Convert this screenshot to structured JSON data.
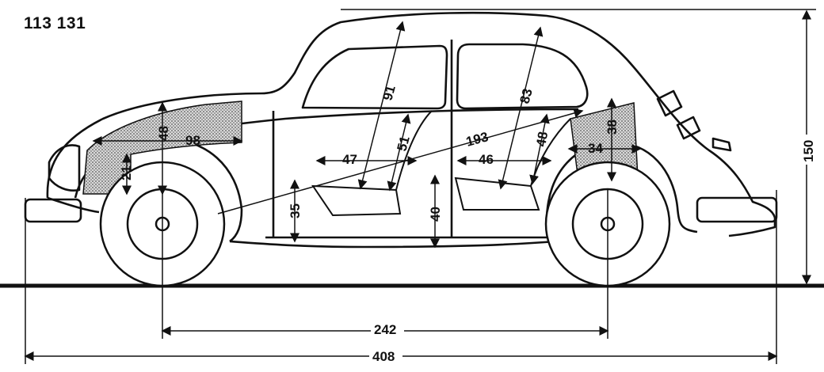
{
  "model_code": "113 131",
  "colors": {
    "ink": "#111111",
    "paper": "#ffffff",
    "shade": "#bdbdbd"
  },
  "dimensions": {
    "overall_length": "408",
    "wheelbase": "242",
    "height": "150",
    "interior_height_front": "91",
    "interior_height_rear": "83",
    "diagonal": "193",
    "front_seat_depth": "47",
    "rear_seat_depth": "46",
    "front_seatback": "51",
    "rear_seatback": "48",
    "front_seat_height": "35",
    "rear_seat_height": "40",
    "front_trunk_height": "48",
    "front_trunk_length": "98",
    "front_trunk_depth": "21",
    "rear_luggage_length": "34",
    "rear_luggage_height": "38"
  }
}
